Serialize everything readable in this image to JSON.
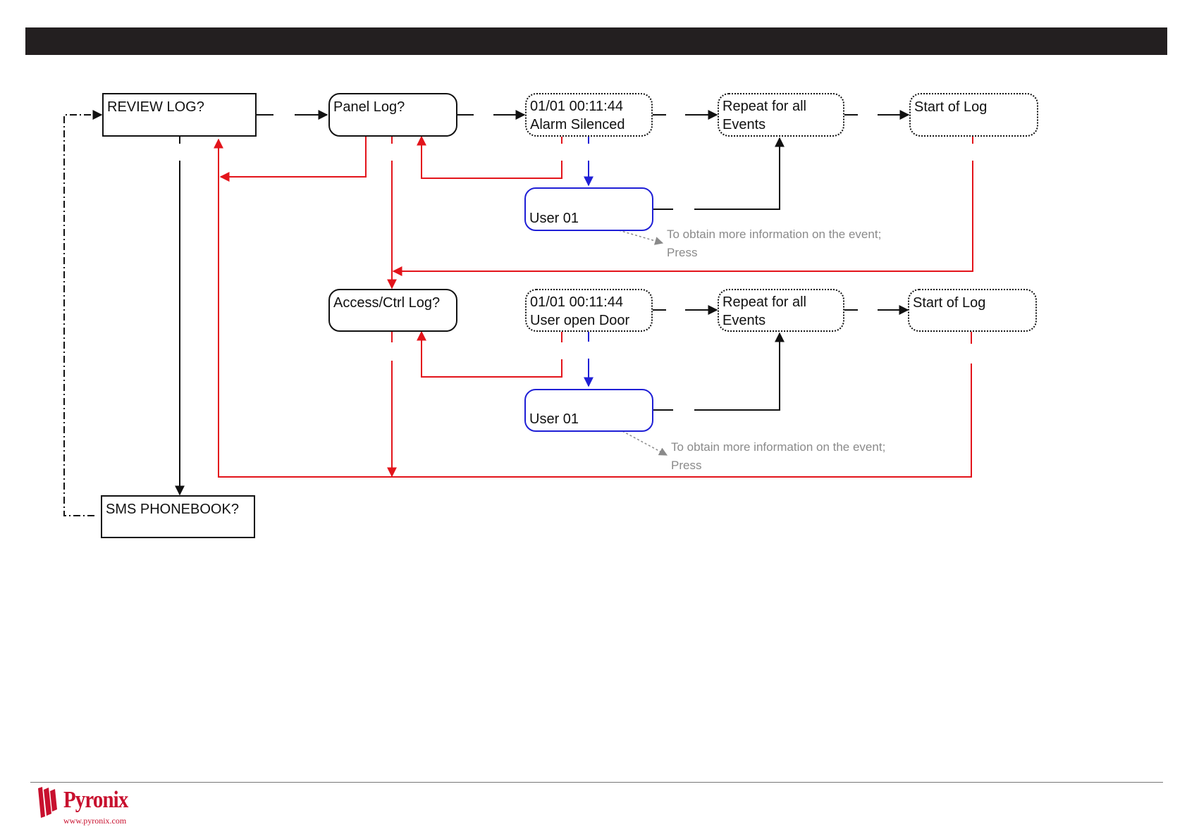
{
  "header": {
    "bar_color": "#231f20"
  },
  "nodes": {
    "review_log": "REVIEW LOG?",
    "sms_phonebook": "SMS PHONEBOOK?",
    "panel_log": "Panel Log?",
    "access_ctrl_log": "Access/Ctrl Log?",
    "panel_event": {
      "line1": "01/01 00:11:44",
      "line2": "Alarm Silenced"
    },
    "panel_repeat": {
      "line1": "Repeat for all",
      "line2": "Events"
    },
    "panel_start": "Start of Log",
    "panel_user": "User 01",
    "access_event": {
      "line1": "01/01 00:11:44",
      "line2": "User open Door"
    },
    "access_repeat": {
      "line1": "Repeat for all",
      "line2": "Events"
    },
    "access_start": "Start of Log",
    "access_user": "User 01"
  },
  "notes": {
    "panel": {
      "line1": "To obtain more information on the event;",
      "line2": "Press"
    },
    "access": {
      "line1": "To obtain more information on the event;",
      "line2": "Press"
    }
  },
  "colors": {
    "flow": "#111111",
    "back": "#e3141b",
    "down": "#1f1fd6",
    "note": "#8a8a8a"
  },
  "footer": {
    "brand": "Pyronix",
    "url": "www.pyronix.com",
    "brand_color": "#c8102e"
  }
}
